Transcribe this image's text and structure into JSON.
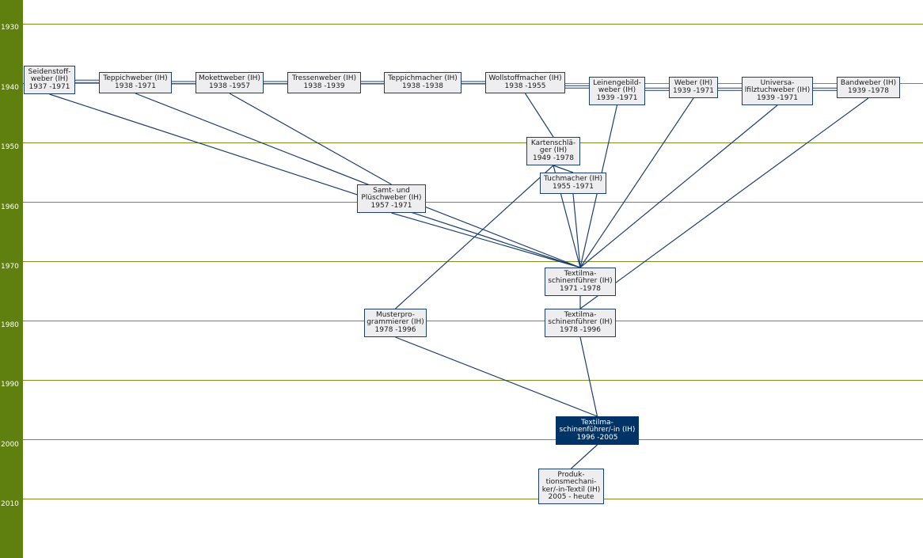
{
  "colors": {
    "timeline": "#5f7f0e",
    "gridline": "#7f8f22",
    "edge": "#1c3f6e",
    "node_fill": "#eeeef0",
    "node_border": "#1c3f6e",
    "highlight_fill": "#003466",
    "highlight_text": "#ffffff"
  },
  "years": [
    "1930",
    "1940",
    "1950",
    "1960",
    "1970",
    "1980",
    "1990",
    "2000",
    "2010"
  ],
  "nodes": [
    {
      "id": "seidenstoffweber",
      "lines": [
        "Seidenstoff-",
        "weber (IH)",
        "1937 -1971"
      ]
    },
    {
      "id": "teppichweber",
      "lines": [
        "Teppichweber (IH)",
        "1938 -1971"
      ]
    },
    {
      "id": "mokettweber",
      "lines": [
        "Mokettweber (IH)",
        "1938 -1957"
      ]
    },
    {
      "id": "tressenweber",
      "lines": [
        "Tressenweber (IH)",
        "1938 -1939"
      ]
    },
    {
      "id": "teppichmacher",
      "lines": [
        "Teppichmacher (IH)",
        "1938 -1938"
      ]
    },
    {
      "id": "wollstoffmacher",
      "lines": [
        "Wollstoffmacher (IH)",
        "1938 -1955"
      ]
    },
    {
      "id": "leinengebildweber",
      "lines": [
        "Leinengebild-",
        "weber (IH)",
        "1939 -1971"
      ]
    },
    {
      "id": "weber",
      "lines": [
        "Weber (IH)",
        "1939 -1971"
      ]
    },
    {
      "id": "universalfilztuchweber",
      "lines": [
        "Universa-",
        "lfilztuchweber (IH)",
        "1939 -1971"
      ]
    },
    {
      "id": "bandweber",
      "lines": [
        "Bandweber (IH)",
        "1939 -1978"
      ]
    },
    {
      "id": "kartenschlaeger",
      "lines": [
        "Kartenschlä-",
        "ger (IH)",
        "1949 -1978"
      ]
    },
    {
      "id": "tuchmacher",
      "lines": [
        "Tuchmacher (IH)",
        "1955 -1971"
      ]
    },
    {
      "id": "samtplueschweber",
      "lines": [
        "Samt- und",
        "Plüschweber (IH)",
        "1957 -1971"
      ]
    },
    {
      "id": "textilmaschinenfuehrer1971",
      "lines": [
        "Textilma-",
        "schinenführer (IH)",
        "1971 -1978"
      ]
    },
    {
      "id": "musterprogrammierer",
      "lines": [
        "Musterpro-",
        "grammierer (IH)",
        "1978 -1996"
      ]
    },
    {
      "id": "textilmaschinenfuehrer1978",
      "lines": [
        "Textilma-",
        "schinenführer (IH)",
        "1978 -1996"
      ]
    },
    {
      "id": "textilmaschinenfuehrerin1996",
      "lines": [
        "Textilma-",
        "schinenführer/-in (IH)",
        "1996 -2005"
      ],
      "highlight": true
    },
    {
      "id": "produktionsmechaniker",
      "lines": [
        "Produk-",
        "tionsmechani-",
        "ker/-in-Textil (IH)",
        "2005 - heute"
      ]
    }
  ],
  "edges": [
    [
      "seidenstoffweber",
      "teppichweber"
    ],
    [
      "teppichweber",
      "mokettweber"
    ],
    [
      "mokettweber",
      "tressenweber"
    ],
    [
      "tressenweber",
      "teppichmacher"
    ],
    [
      "teppichmacher",
      "wollstoffmacher"
    ],
    [
      "wollstoffmacher",
      "leinengebildweber"
    ],
    [
      "leinengebildweber",
      "weber"
    ],
    [
      "weber",
      "universalfilztuchweber"
    ],
    [
      "universalfilztuchweber",
      "bandweber"
    ],
    [
      "seidenstoffweber",
      "textilmaschinenfuehrer1971"
    ],
    [
      "teppichweber",
      "textilmaschinenfuehrer1971"
    ],
    [
      "mokettweber",
      "samtplueschweber"
    ],
    [
      "wollstoffmacher",
      "kartenschlaeger"
    ],
    [
      "kartenschlaeger",
      "tuchmacher"
    ],
    [
      "kartenschlaeger",
      "textilmaschinenfuehrer1971"
    ],
    [
      "kartenschlaeger",
      "musterprogrammierer"
    ],
    [
      "leinengebildweber",
      "textilmaschinenfuehrer1971"
    ],
    [
      "weber",
      "textilmaschinenfuehrer1971"
    ],
    [
      "universalfilztuchweber",
      "textilmaschinenfuehrer1971"
    ],
    [
      "bandweber",
      "textilmaschinenfuehrer1978"
    ],
    [
      "tuchmacher",
      "textilmaschinenfuehrer1971"
    ],
    [
      "samtplueschweber",
      "textilmaschinenfuehrer1971"
    ],
    [
      "textilmaschinenfuehrer1971",
      "textilmaschinenfuehrer1978"
    ],
    [
      "textilmaschinenfuehrer1978",
      "textilmaschinenfuehrerin1996"
    ],
    [
      "musterprogrammierer",
      "textilmaschinenfuehrerin1996"
    ],
    [
      "textilmaschinenfuehrerin1996",
      "produktionsmechaniker"
    ]
  ]
}
